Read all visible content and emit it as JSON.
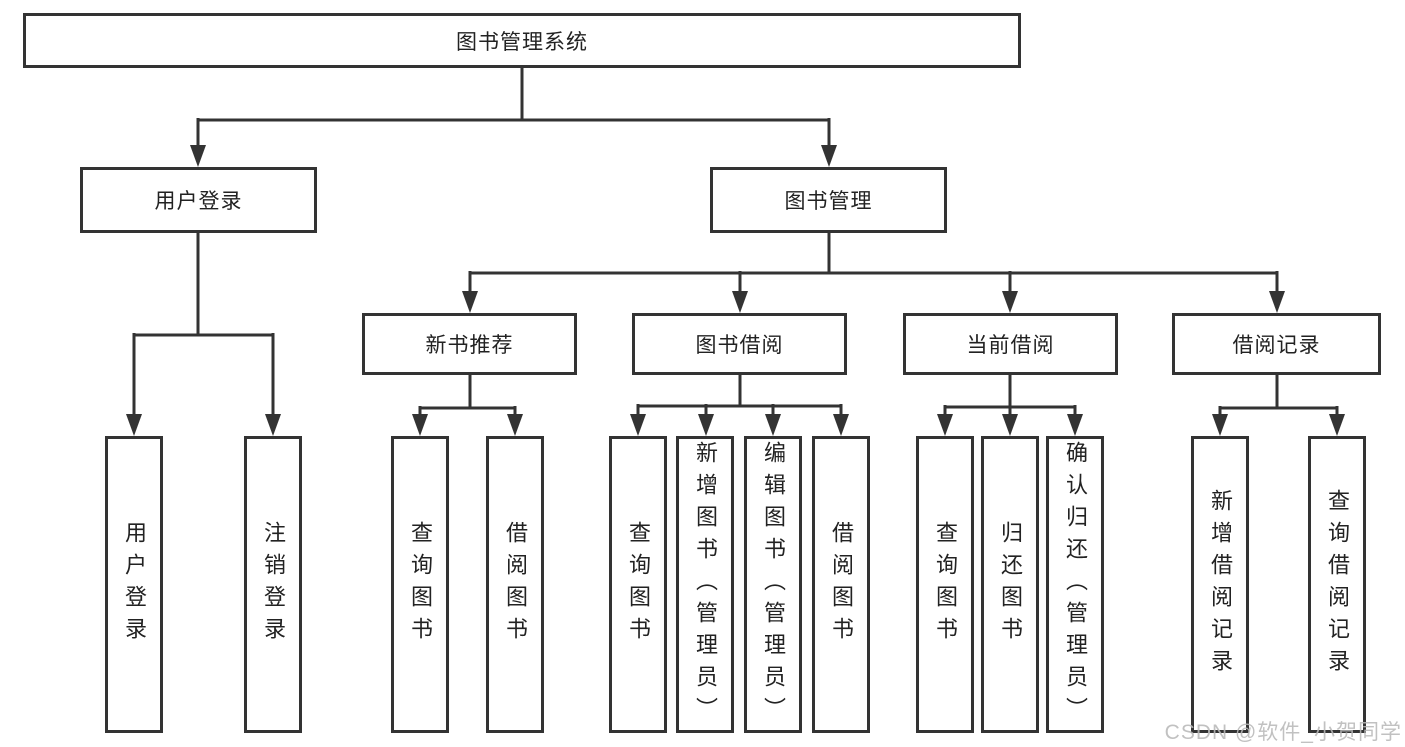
{
  "watermark": {
    "text": "CSDN @软件_小贺同学"
  },
  "colors": {
    "line": "#333333",
    "box_border": "#333333",
    "box_fill": "#ffffff",
    "text": "#222222",
    "watermark": "#b9b9b9",
    "background": "#ffffff"
  },
  "tree": {
    "root": {
      "label": "图书管理系统"
    },
    "branches": [
      {
        "label": "用户登录",
        "children": [
          {
            "label": "用户登录"
          },
          {
            "label": "注销登录"
          }
        ]
      },
      {
        "label": "图书管理",
        "children": [
          {
            "label": "新书推荐",
            "children": [
              {
                "label": "查询图书"
              },
              {
                "label": "借阅图书"
              }
            ]
          },
          {
            "label": "图书借阅",
            "children": [
              {
                "label": "查询图书"
              },
              {
                "label": "新增图书（管理员）"
              },
              {
                "label": "编辑图书（管理员）"
              },
              {
                "label": "借阅图书"
              }
            ]
          },
          {
            "label": "当前借阅",
            "children": [
              {
                "label": "查询图书"
              },
              {
                "label": "归还图书"
              },
              {
                "label": "确认归还（管理员）"
              }
            ]
          },
          {
            "label": "借阅记录",
            "children": [
              {
                "label": "新增借阅记录"
              },
              {
                "label": "查询借阅记录"
              }
            ]
          }
        ]
      }
    ]
  }
}
